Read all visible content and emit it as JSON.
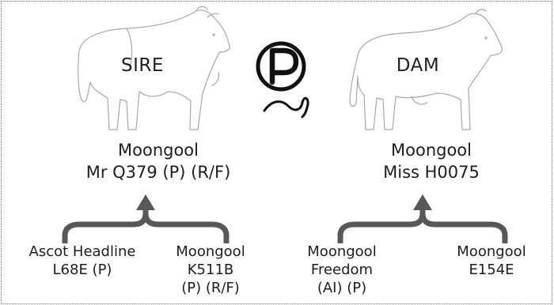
{
  "icons": {
    "sire": "bull-outline-icon",
    "dam": "cow-outline-icon",
    "polled": "polled-p-symbol-icon",
    "bracket": "curly-bracket-arrow-icon"
  },
  "colors": {
    "bracket": "#585858",
    "outline": "#a8a8a8",
    "symbol": "#111111"
  },
  "sire": {
    "label": "SIRE",
    "name_line1": "Moongool",
    "name_line2": "Mr Q379 (P) (R/F)"
  },
  "dam": {
    "label": "DAM",
    "name_line1": "Moongool",
    "name_line2": "Miss H0075"
  },
  "ancestors": [
    {
      "lines": [
        "Ascot Headline",
        "L68E (P)"
      ]
    },
    {
      "lines": [
        "Moongool",
        "K511B",
        "(P) (R/F)"
      ]
    },
    {
      "lines": [
        "Moongool",
        "Freedom",
        "(AI) (P)"
      ]
    },
    {
      "lines": [
        "Moongool",
        "E154E"
      ]
    }
  ]
}
